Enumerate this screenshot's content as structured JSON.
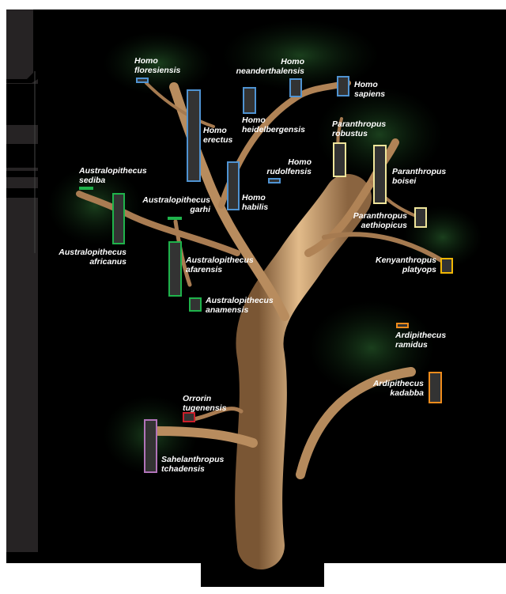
{
  "colors": {
    "homo": "#4f93d2",
    "australopithecus": "#1fb34b",
    "paranthropus": "#efe59a",
    "kenyanthropus": "#f2b705",
    "ardipithecus": "#f08c1c",
    "orrorin": "#cc1f2a",
    "sahelanthropus": "#b173b9",
    "trunk": "#c99a66"
  },
  "species": [
    {
      "id": "homo-floresiensis",
      "line1": "Homo",
      "line2": "floresiensis",
      "group": "homo"
    },
    {
      "id": "homo-neanderthalensis",
      "line1": "Homo",
      "line2": "neanderthalensis",
      "group": "homo"
    },
    {
      "id": "homo-sapiens",
      "line1": "Homo",
      "line2": "sapiens",
      "group": "homo"
    },
    {
      "id": "homo-erectus",
      "line1": "Homo",
      "line2": "erectus",
      "group": "homo"
    },
    {
      "id": "homo-heidelbergensis",
      "line1": "Homo",
      "line2": "heidelbergensis",
      "group": "homo"
    },
    {
      "id": "homo-rudolfensis",
      "line1": "Homo",
      "line2": "rudolfensis",
      "group": "homo"
    },
    {
      "id": "homo-habilis",
      "line1": "Homo",
      "line2": "habilis",
      "group": "homo"
    },
    {
      "id": "paranthropus-robustus",
      "line1": "Paranthropus",
      "line2": "robustus",
      "group": "paranthropus"
    },
    {
      "id": "paranthropus-boisei",
      "line1": "Paranthropus",
      "line2": "boisei",
      "group": "paranthropus"
    },
    {
      "id": "paranthropus-aethiopicus",
      "line1": "Paranthropus",
      "line2": "aethiopicus",
      "group": "paranthropus"
    },
    {
      "id": "kenyanthropus-platyops",
      "line1": "Kenyanthropus",
      "line2": "platyops",
      "group": "kenyanthropus"
    },
    {
      "id": "ardipithecus-ramidus",
      "line1": "Ardipithecus",
      "line2": "ramidus",
      "group": "ardipithecus"
    },
    {
      "id": "ardipithecus-kadabba",
      "line1": "Ardipithecus",
      "line2": "kadabba",
      "group": "ardipithecus"
    },
    {
      "id": "australopithecus-sediba",
      "line1": "Australopithecus",
      "line2": "sediba",
      "group": "australopithecus"
    },
    {
      "id": "australopithecus-garhi",
      "line1": "Australopithecus",
      "line2": "garhi",
      "group": "australopithecus"
    },
    {
      "id": "australopithecus-africanus",
      "line1": "Australopithecus",
      "line2": "africanus",
      "group": "australopithecus"
    },
    {
      "id": "australopithecus-afarensis",
      "line1": "Australopithecus",
      "line2": "afarensis",
      "group": "australopithecus"
    },
    {
      "id": "australopithecus-anamensis",
      "line1": "Australopithecus",
      "line2": "anamensis",
      "group": "australopithecus"
    },
    {
      "id": "orrorin-tugenensis",
      "line1": "Orrorin",
      "line2": "tugenensis",
      "group": "orrorin"
    },
    {
      "id": "sahelanthropus-tchadensis",
      "line1": "Sahelanthropus",
      "line2": "tchadensis",
      "group": "sahelanthropus"
    }
  ]
}
